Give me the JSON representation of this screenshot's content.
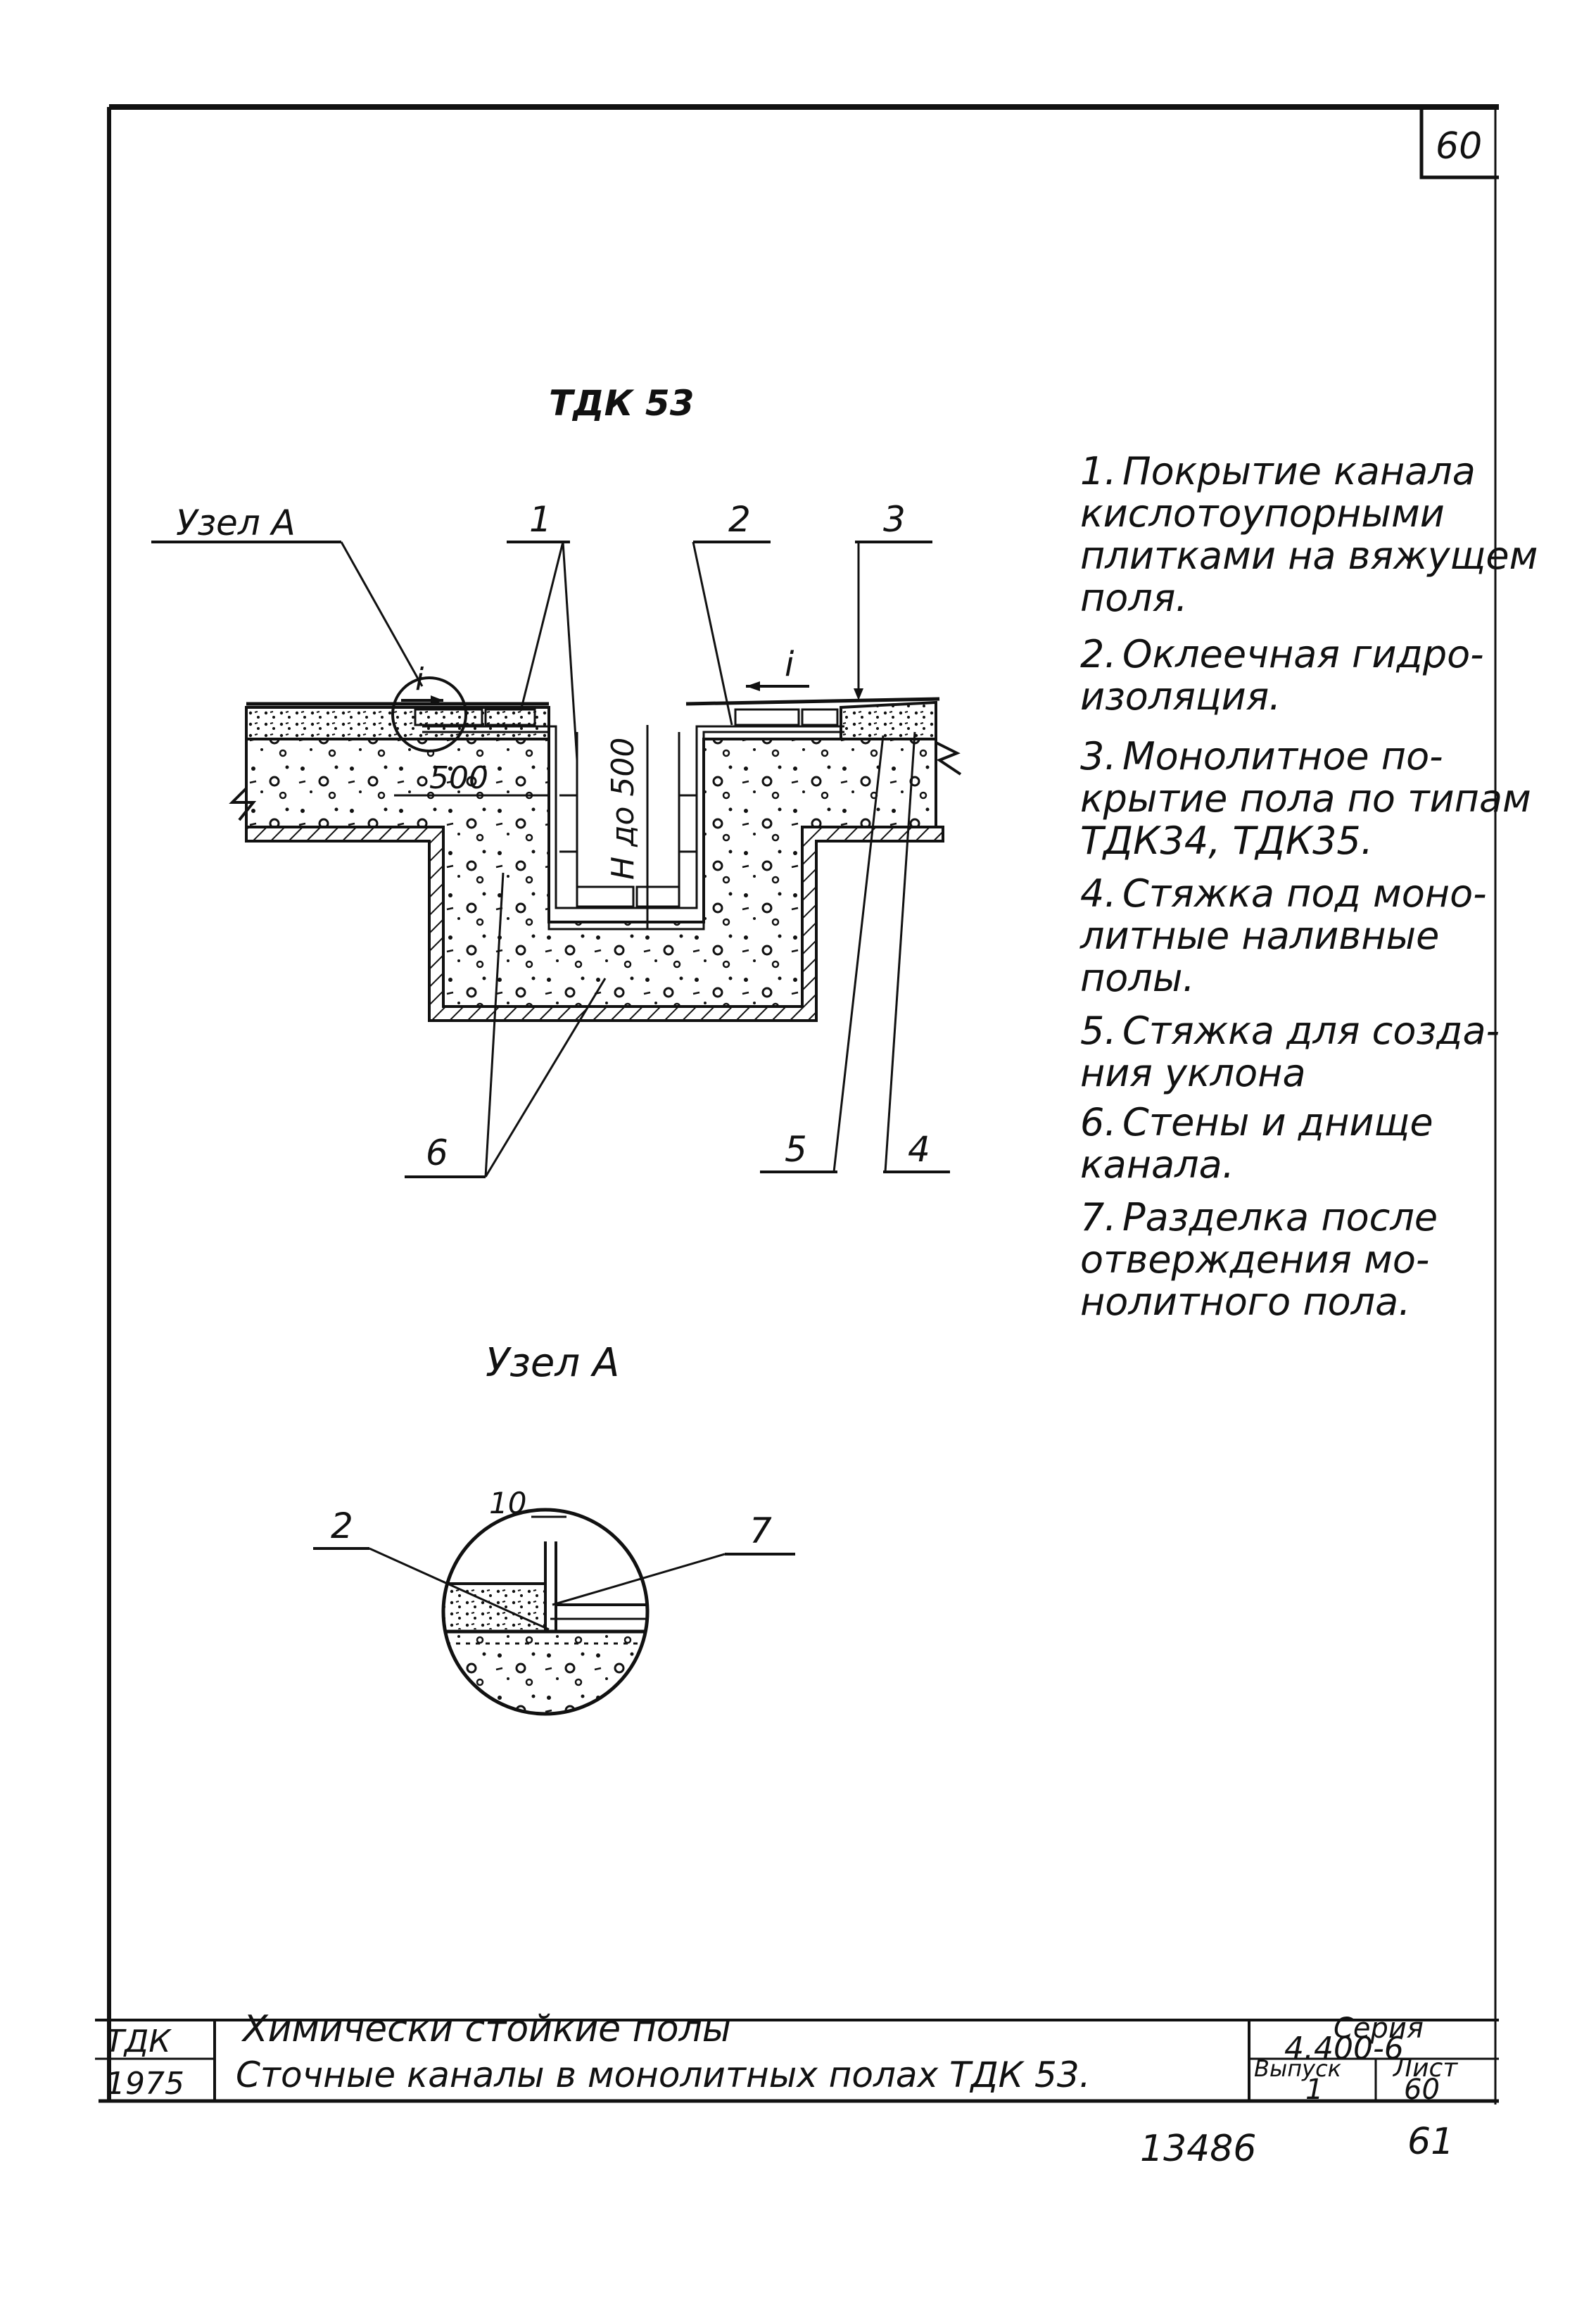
{
  "sheet_number": "60",
  "main_title": "ТДК 53",
  "callouts": {
    "node_a": "Узел А",
    "n1": "1",
    "n2": "2",
    "n3": "3",
    "n4": "4",
    "n5": "5",
    "n6": "6",
    "slope_left": "i",
    "slope_right": "i",
    "dim_500": "500",
    "dim_h": "Н до 500"
  },
  "detail": {
    "title": "Узел А",
    "n2": "2",
    "n7": "7",
    "dim_10": "10"
  },
  "notes": [
    {
      "num": "1.",
      "text": "Покрытие канала кислотоупорными плитками на вяжущем поля."
    },
    {
      "num": "2.",
      "text": "Оклеечная гидро-изоляция."
    },
    {
      "num": "3.",
      "text": "Монолитное по-крытие пола по типам ТДК34, ТДК35."
    },
    {
      "num": "4.",
      "text": "Стяжка под моно-литные наливные полы."
    },
    {
      "num": "5.",
      "text": "Стяжка для созда-ния уклона"
    },
    {
      "num": "6.",
      "text": "Стены и днище канала."
    },
    {
      "num": "7.",
      "text": "Разделка после отверждения мо-нолитного пола."
    }
  ],
  "title_block": {
    "code": "ТДК",
    "year": "1975",
    "line1": "Химически стойкие полы",
    "line2": "Сточные каналы в монолитных полах ТДК 53.",
    "series_label": "Серия",
    "series_value": "4.400-6",
    "issue_label": "Выпуск",
    "issue_value": "1",
    "sheet_label": "Лист",
    "sheet_value": "60"
  },
  "footer": {
    "inventory": "13486",
    "page": "61"
  }
}
